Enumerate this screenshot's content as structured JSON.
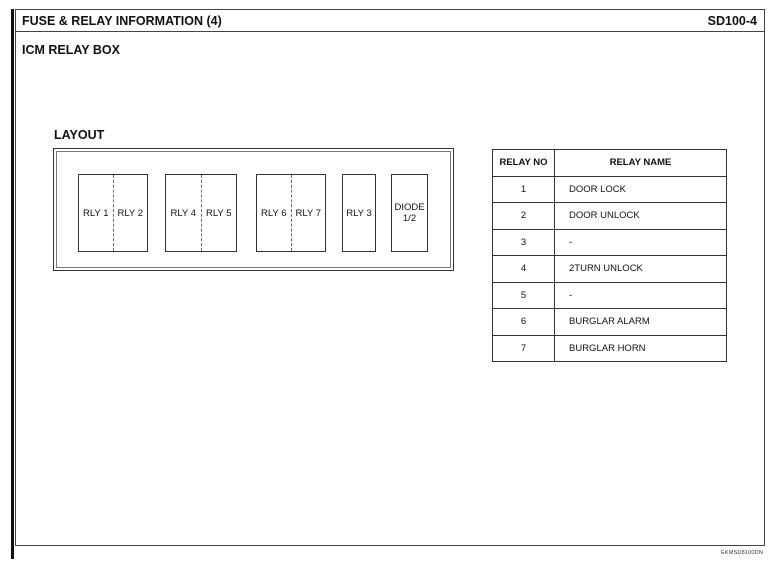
{
  "header": {
    "title": "FUSE & RELAY INFORMATION (4)",
    "code": "SD100-4"
  },
  "section_title": "ICM RELAY BOX",
  "layout": {
    "title": "LAYOUT",
    "relay_pairs": [
      {
        "left": "RLY 1",
        "right": "RLY 2"
      },
      {
        "left": "RLY 4",
        "right": "RLY 5"
      },
      {
        "left": "RLY 6",
        "right": "RLY 7"
      }
    ],
    "single_relay": "RLY 3",
    "diode": {
      "line1": "DIODE",
      "line2": "1/2"
    }
  },
  "relay_table": {
    "headers": {
      "no": "RELAY NO",
      "name": "RELAY  NAME"
    },
    "rows": [
      {
        "no": "1",
        "name": "DOOR LOCK"
      },
      {
        "no": "2",
        "name": "DOOR UNLOCK"
      },
      {
        "no": "3",
        "name": "-"
      },
      {
        "no": "4",
        "name": "2TURN UNLOCK"
      },
      {
        "no": "5",
        "name": "-"
      },
      {
        "no": "6",
        "name": "BURGLAR ALARM"
      },
      {
        "no": "7",
        "name": "BURGLAR HORN"
      }
    ]
  },
  "footer_code": "EKMSD8100DN"
}
